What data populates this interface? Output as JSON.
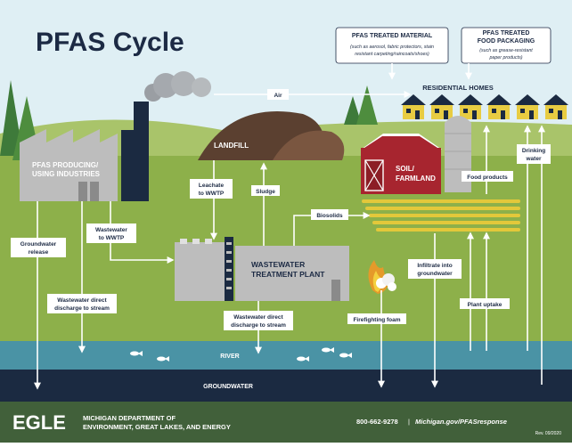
{
  "title": "PFAS Cycle",
  "facilities": {
    "industry": [
      "PFAS PRODUCING/",
      "USING INDUSTRIES"
    ],
    "landfill": "LANDFILL",
    "wwtp": [
      "WASTEWATER",
      "TREATMENT PLANT"
    ],
    "farm": [
      "SOIL/",
      "FARMLAND"
    ],
    "homes": "RESIDENTIAL HOMES"
  },
  "callouts": {
    "treated_material": {
      "title": "PFAS TREATED MATERIAL",
      "body": [
        "(such as aerosol, fabric protectors, stain",
        "resistant carpeting/raincoats/shoes)"
      ]
    },
    "food_packaging": {
      "title": [
        "PFAS TREATED",
        "FOOD PACKAGING"
      ],
      "body": [
        "(such as grease-resistant",
        "paper products)"
      ]
    }
  },
  "pathways": {
    "air": "Air",
    "groundwater_release": [
      "Groundwater",
      "release"
    ],
    "wastewater_to_wwtp": [
      "Wastewater",
      "to WWTP"
    ],
    "wastewater_direct_left": [
      "Wastewater direct",
      "discharge to stream"
    ],
    "leachate": [
      "Leachate",
      "to WWTP"
    ],
    "sludge": "Sludge",
    "biosolids": "Biosolids",
    "wastewater_direct_center": [
      "Wastewater direct",
      "discharge to stream"
    ],
    "firefighting_foam": "Firefighting foam",
    "infiltrate": [
      "Infiltrate into",
      "groundwater"
    ],
    "food_products": "Food products",
    "plant_uptake": "Plant uptake",
    "drinking_water": [
      "Drinking",
      "water"
    ]
  },
  "water_bands": {
    "river": "RIVER",
    "groundwater": "GROUNDWATER"
  },
  "footer": {
    "logo": "EGLE",
    "agency": [
      "MICHIGAN DEPARTMENT OF",
      "ENVIRONMENT, GREAT LAKES, AND ENERGY"
    ],
    "phone": "800-662-9278",
    "separator": "|",
    "website": "Michigan.gov/PFASresponse",
    "revision": "Rev. 09/2020"
  },
  "colors": {
    "sky": "#dfeff4",
    "grass": "#8db04a",
    "river": "#4a93a5",
    "groundwater": "#1b2a41",
    "footer": "#41603a",
    "barn": "#a7252f",
    "soil": "#6b4936",
    "crop": "#e3c83a",
    "building": "#bdbdbd",
    "house": "#e8cc42"
  }
}
